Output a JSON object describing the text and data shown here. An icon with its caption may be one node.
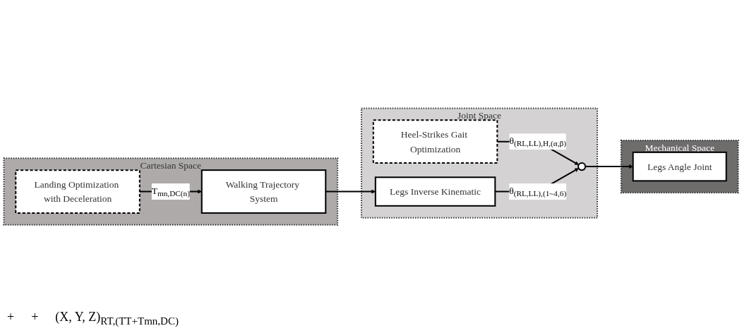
{
  "diagram": {
    "nodes": [
      {
        "text": [
          "Cartesian Space"
        ]
      },
      {
        "text": [
          "Landing Optimization with Deceleration"
        ],
        "in": 0
      },
      {
        "text": [
          "Walking Trajectory System"
        ],
        "in": 0
      },
      {
        "text": [
          "Joint Space"
        ]
      },
      {
        "text": [
          "Heel-Strikes Gait Optimization"
        ],
        "in": 3
      },
      {
        "text": [
          "Legs Inverse Kinematic"
        ],
        "in": 3
      },
      {
        "text": [],
        "shape": "circle",
        "in": 3
      },
      {
        "text": [
          "Mechanical Space"
        ]
      },
      {
        "text": [
          "Legs Angle Joint"
        ],
        "in": 7
      }
    ],
    "edges": [
      {
        "from": 1,
        "to": 2,
        "arrow": "to",
        "label": "T$_{mn,DC(n)}$"
      },
      {
        "from": 2,
        "to": 5,
        "arrow": "to"
      },
      {
        "from": 4,
        "to": 6,
        "arrow": "to",
        "label": "θ$_{(RL,LL),H,(α,β)}$"
      },
      {
        "from": 5,
        "to": 6,
        "arrow": "to",
        "label": "θ$_{(RL,LL),(1~4,6)}$"
      },
      {
        "from": 6,
        "to": 8,
        "arrow": "to"
      }
    ],
    "labels": [
      "+",
      "+",
      "(X, Y, Z)$_{RT,(TT+Tmn,DC)}$"
    ]
  }
}
